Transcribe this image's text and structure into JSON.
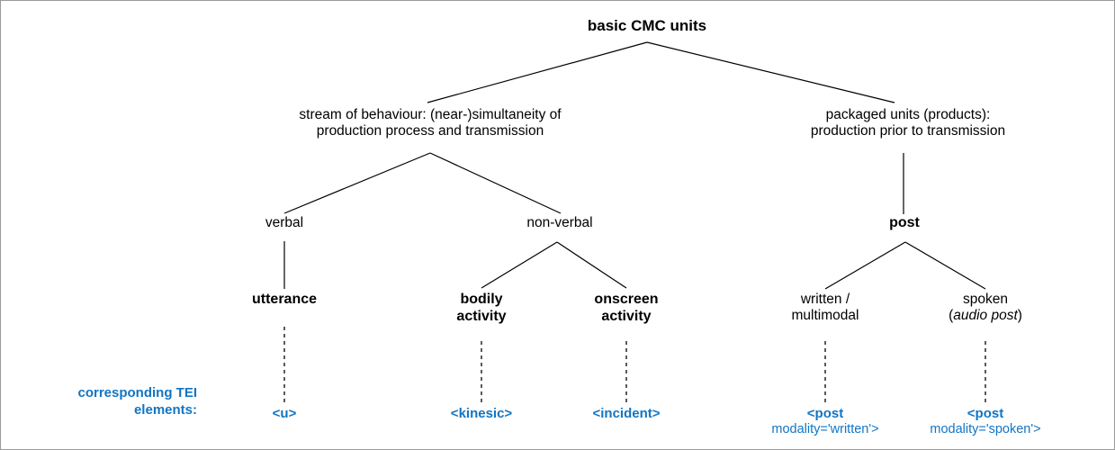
{
  "diagram": {
    "title_text": "basic CMC units",
    "accent_color": "#1175c4",
    "line_color": "#000000",
    "border_color": "#9b9b9b",
    "nodes": {
      "root": {
        "label": "basic CMC units"
      },
      "stream": {
        "label": "stream of behaviour: (near-)simultaneity of\nproduction process and transmission"
      },
      "packaged": {
        "label": "packaged units (products):\nproduction prior to transmission"
      },
      "verbal": {
        "label": "verbal"
      },
      "nonverbal": {
        "label": "non-verbal"
      },
      "post": {
        "label": "post"
      },
      "utterance": {
        "label": "utterance"
      },
      "bodily": {
        "label": "bodily\nactivity"
      },
      "onscreen": {
        "label": "onscreen\nactivity"
      },
      "written": {
        "label": "written /\nmultimodal"
      },
      "spoken_line1": {
        "label": "spoken"
      },
      "spoken_line2_open": {
        "label": "("
      },
      "spoken_line2_italic": {
        "label": "audio post"
      },
      "spoken_line2_close": {
        "label": ")"
      }
    },
    "tei": {
      "caption": "corresponding TEI\nelements:",
      "elements": {
        "u": {
          "label": "<u>"
        },
        "kinesic": {
          "label": "<kinesic>"
        },
        "incident": {
          "label": "<incident>"
        },
        "post_written_tag": {
          "label": "<post"
        },
        "post_written_attr": {
          "label": "modality='written'>"
        },
        "post_spoken_tag": {
          "label": "<post"
        },
        "post_spoken_attr": {
          "label": "modality='spoken'>"
        }
      }
    }
  }
}
